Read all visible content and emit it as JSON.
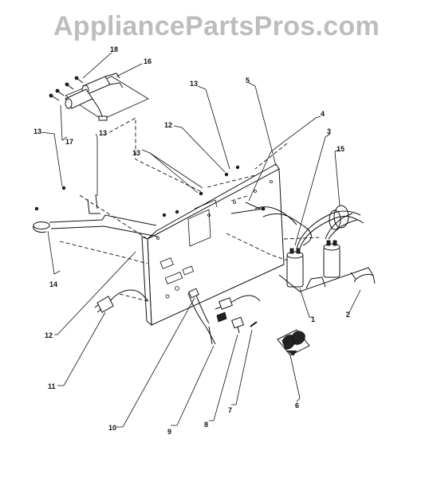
{
  "watermark": "AppliancePartsPros.com",
  "callouts": [
    {
      "id": "c18",
      "text": "18"
    },
    {
      "id": "c16",
      "text": "16"
    },
    {
      "id": "c17",
      "text": "17"
    },
    {
      "id": "c13a",
      "text": "13"
    },
    {
      "id": "c13b",
      "text": "13"
    },
    {
      "id": "c13c",
      "text": "13"
    },
    {
      "id": "c13d",
      "text": "13"
    },
    {
      "id": "c5",
      "text": "5"
    },
    {
      "id": "c4",
      "text": "4"
    },
    {
      "id": "c3",
      "text": "3"
    },
    {
      "id": "c15",
      "text": "15"
    },
    {
      "id": "c12a",
      "text": "12"
    },
    {
      "id": "c12b",
      "text": "12"
    },
    {
      "id": "c14",
      "text": "14"
    },
    {
      "id": "c11",
      "text": "11"
    },
    {
      "id": "c10",
      "text": "10"
    },
    {
      "id": "c9",
      "text": "9"
    },
    {
      "id": "c8",
      "text": "8"
    },
    {
      "id": "c7",
      "text": "7"
    },
    {
      "id": "c6",
      "text": "6"
    },
    {
      "id": "c1",
      "text": "1"
    },
    {
      "id": "c2",
      "text": "2"
    }
  ]
}
